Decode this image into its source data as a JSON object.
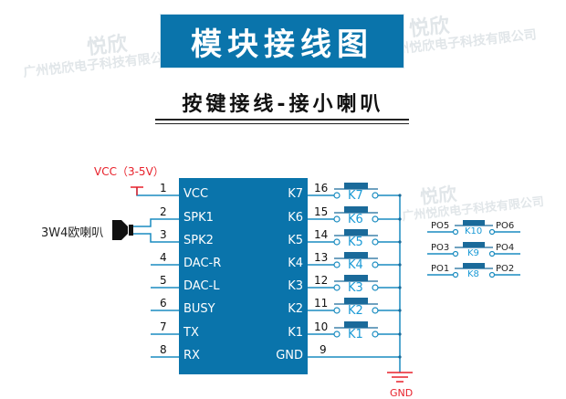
{
  "title": "模块接线图",
  "subtitle": "按键接线-接小喇叭",
  "watermark": {
    "brand": "悦欣",
    "company": "广州悦欣电子科技有限公司"
  },
  "power": {
    "label": "VCC（3-5V）",
    "color": "#e8202a"
  },
  "speaker": {
    "label": "3W4欧喇叭"
  },
  "chip": {
    "color": "#0a74ab",
    "left_pins": [
      {
        "num": "1",
        "label": "VCC"
      },
      {
        "num": "2",
        "label": "SPK1"
      },
      {
        "num": "3",
        "label": "SPK2"
      },
      {
        "num": "4",
        "label": "DAC-R"
      },
      {
        "num": "5",
        "label": "DAC-L"
      },
      {
        "num": "6",
        "label": "BUSY"
      },
      {
        "num": "7",
        "label": "TX"
      },
      {
        "num": "8",
        "label": "RX"
      }
    ],
    "right_pins": [
      {
        "num": "16",
        "label": "K7"
      },
      {
        "num": "15",
        "label": "K6"
      },
      {
        "num": "14",
        "label": "K5"
      },
      {
        "num": "13",
        "label": "K4"
      },
      {
        "num": "12",
        "label": "K3"
      },
      {
        "num": "11",
        "label": "K2"
      },
      {
        "num": "10",
        "label": "K1"
      },
      {
        "num": "9",
        "label": "GND"
      }
    ]
  },
  "keys": [
    "K7",
    "K6",
    "K5",
    "K4",
    "K3",
    "K2",
    "K1"
  ],
  "ground": {
    "label": "GND",
    "color": "#e8202a"
  },
  "extra_keys": [
    {
      "left": "PO5",
      "key": "K10",
      "right": "PO6"
    },
    {
      "left": "PO3",
      "key": "K9",
      "right": "PO4"
    },
    {
      "left": "PO1",
      "key": "K8",
      "right": "PO2"
    }
  ],
  "colors": {
    "wire": "#1a8cc0",
    "key_text": "#1a9ad6",
    "banner": "#0a74ab"
  }
}
